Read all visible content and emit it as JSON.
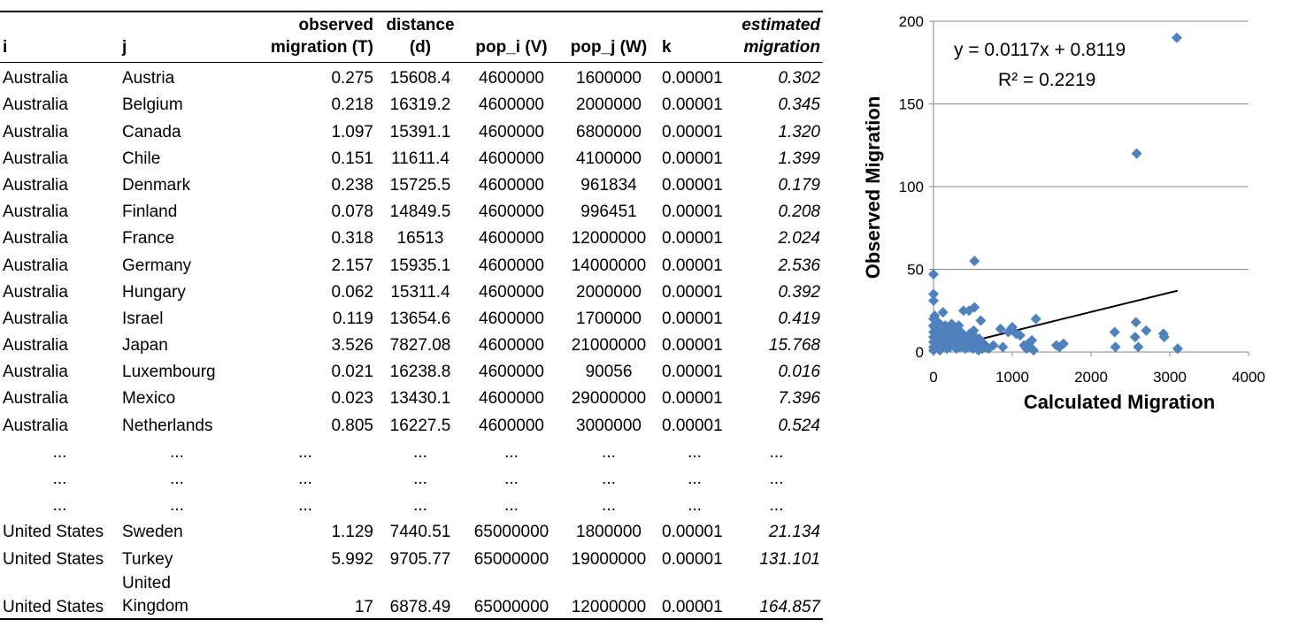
{
  "table": {
    "columns": [
      {
        "label": "i",
        "align": "left"
      },
      {
        "label": "j",
        "align": "left"
      },
      {
        "label": "observed migration (T)",
        "align": "right"
      },
      {
        "label": "distance (d)",
        "align": "center"
      },
      {
        "label": "pop_i (V)",
        "align": "center"
      },
      {
        "label": "pop_j (W)",
        "align": "center"
      },
      {
        "label": "k",
        "align": "left"
      },
      {
        "label": "estimated migration",
        "align": "right",
        "italic": true
      }
    ],
    "rows": [
      [
        "Australia",
        "Austria",
        "0.275",
        "15608.4",
        "4600000",
        "1600000",
        "0.00001",
        "0.302"
      ],
      [
        "Australia",
        "Belgium",
        "0.218",
        "16319.2",
        "4600000",
        "2000000",
        "0.00001",
        "0.345"
      ],
      [
        "Australia",
        "Canada",
        "1.097",
        "15391.1",
        "4600000",
        "6800000",
        "0.00001",
        "1.320"
      ],
      [
        "Australia",
        "Chile",
        "0.151",
        "11611.4",
        "4600000",
        "4100000",
        "0.00001",
        "1.399"
      ],
      [
        "Australia",
        "Denmark",
        "0.238",
        "15725.5",
        "4600000",
        "961834",
        "0.00001",
        "0.179"
      ],
      [
        "Australia",
        "Finland",
        "0.078",
        "14849.5",
        "4600000",
        "996451",
        "0.00001",
        "0.208"
      ],
      [
        "Australia",
        "France",
        "0.318",
        "16513",
        "4600000",
        "12000000",
        "0.00001",
        "2.024"
      ],
      [
        "Australia",
        "Germany",
        "2.157",
        "15935.1",
        "4600000",
        "14000000",
        "0.00001",
        "2.536"
      ],
      [
        "Australia",
        "Hungary",
        "0.062",
        "15311.4",
        "4600000",
        "2000000",
        "0.00001",
        "0.392"
      ],
      [
        "Australia",
        "Israel",
        "0.119",
        "13654.6",
        "4600000",
        "1700000",
        "0.00001",
        "0.419"
      ],
      [
        "Australia",
        "Japan",
        "3.526",
        "7827.08",
        "4600000",
        "21000000",
        "0.00001",
        "15.768"
      ],
      [
        "Australia",
        "Luxembourg",
        "0.021",
        "16238.8",
        "4600000",
        "90056",
        "0.00001",
        "0.016"
      ],
      [
        "Australia",
        "Mexico",
        "0.023",
        "13430.1",
        "4600000",
        "29000000",
        "0.00001",
        "7.396"
      ],
      [
        "Australia",
        "Netherlands",
        "0.805",
        "16227.5",
        "4600000",
        "3000000",
        "0.00001",
        "0.524"
      ],
      [
        "...",
        "...",
        "...",
        "...",
        "...",
        "...",
        "...",
        "..."
      ],
      [
        "...",
        "...",
        "...",
        "...",
        "...",
        "...",
        "...",
        "..."
      ],
      [
        "...",
        "...",
        "...",
        "...",
        "...",
        "...",
        "...",
        "..."
      ],
      [
        "United States",
        "Sweden",
        "1.129",
        "7440.51",
        "65000000",
        "1800000",
        "0.00001",
        "21.134"
      ],
      [
        "United States",
        "Turkey",
        "5.992",
        "9705.77",
        "65000000",
        "19000000",
        "0.00001",
        "131.101"
      ],
      [
        "United States",
        "United Kingdom",
        "17",
        "6878.49",
        "65000000",
        "12000000",
        "0.00001",
        "164.857"
      ]
    ]
  },
  "chart_data": {
    "type": "scatter",
    "title": "",
    "xlabel": "Calculated Migration",
    "ylabel": "Observed Migration",
    "xlim": [
      0,
      4000
    ],
    "ylim": [
      0,
      200
    ],
    "xticks": [
      0,
      1000,
      2000,
      3000,
      4000
    ],
    "yticks": [
      0,
      50,
      100,
      150,
      200
    ],
    "grid": "horizontal",
    "marker_color": "#4F81BD",
    "trendline_color": "#000000",
    "trendline": {
      "slope": 0.0117,
      "intercept": 0.8119,
      "x_range": [
        0,
        3100
      ]
    },
    "equation": "y = 0.0117x + 0.8119",
    "r_squared": "R² = 0.2219",
    "points": [
      [
        3090,
        190
      ],
      [
        2580,
        120
      ],
      [
        520,
        55
      ],
      [
        0,
        47
      ],
      [
        0,
        35
      ],
      [
        0,
        31
      ],
      [
        520,
        27
      ],
      [
        450,
        25
      ],
      [
        120,
        24
      ],
      [
        380,
        25
      ],
      [
        600,
        19
      ],
      [
        1300,
        20
      ],
      [
        60,
        18
      ],
      [
        150,
        16
      ],
      [
        230,
        17
      ],
      [
        250,
        15
      ],
      [
        300,
        14
      ],
      [
        320,
        16
      ],
      [
        10,
        15
      ],
      [
        20,
        12
      ],
      [
        30,
        10
      ],
      [
        40,
        8
      ],
      [
        50,
        6
      ],
      [
        60,
        4
      ],
      [
        70,
        2
      ],
      [
        80,
        1
      ],
      [
        0,
        20
      ],
      [
        0,
        16
      ],
      [
        0,
        12
      ],
      [
        0,
        9
      ],
      [
        0,
        6
      ],
      [
        0,
        3
      ],
      [
        0,
        1
      ],
      [
        15,
        22
      ],
      [
        25,
        5
      ],
      [
        35,
        3
      ],
      [
        45,
        11
      ],
      [
        55,
        14
      ],
      [
        65,
        9
      ],
      [
        75,
        7
      ],
      [
        85,
        5
      ],
      [
        100,
        3
      ],
      [
        110,
        12
      ],
      [
        130,
        6
      ],
      [
        140,
        9
      ],
      [
        160,
        4
      ],
      [
        170,
        2
      ],
      [
        180,
        11
      ],
      [
        190,
        7
      ],
      [
        200,
        5
      ],
      [
        210,
        3
      ],
      [
        220,
        13
      ],
      [
        240,
        8
      ],
      [
        260,
        6
      ],
      [
        270,
        4
      ],
      [
        280,
        10
      ],
      [
        290,
        2
      ],
      [
        310,
        7
      ],
      [
        330,
        5
      ],
      [
        340,
        3
      ],
      [
        350,
        12
      ],
      [
        360,
        8
      ],
      [
        370,
        6
      ],
      [
        390,
        4
      ],
      [
        400,
        2
      ],
      [
        410,
        9
      ],
      [
        420,
        7
      ],
      [
        430,
        5
      ],
      [
        440,
        3
      ],
      [
        460,
        11
      ],
      [
        470,
        8
      ],
      [
        480,
        6
      ],
      [
        490,
        4
      ],
      [
        500,
        2
      ],
      [
        510,
        13
      ],
      [
        530,
        9
      ],
      [
        540,
        7
      ],
      [
        550,
        5
      ],
      [
        560,
        3
      ],
      [
        570,
        1
      ],
      [
        580,
        8
      ],
      [
        590,
        6
      ],
      [
        610,
        4
      ],
      [
        620,
        2
      ],
      [
        640,
        5
      ],
      [
        660,
        3
      ],
      [
        700,
        2
      ],
      [
        760,
        4
      ],
      [
        850,
        14
      ],
      [
        880,
        3
      ],
      [
        950,
        12
      ],
      [
        1000,
        15
      ],
      [
        1050,
        11
      ],
      [
        1100,
        10
      ],
      [
        1150,
        4
      ],
      [
        1180,
        2
      ],
      [
        1200,
        5
      ],
      [
        1230,
        3
      ],
      [
        1250,
        7
      ],
      [
        1270,
        1
      ],
      [
        1560,
        4
      ],
      [
        1600,
        3
      ],
      [
        1650,
        5
      ],
      [
        2300,
        12
      ],
      [
        2310,
        3
      ],
      [
        2560,
        9
      ],
      [
        2570,
        18
      ],
      [
        2600,
        3
      ],
      [
        2700,
        13
      ],
      [
        2920,
        11
      ],
      [
        2930,
        9
      ],
      [
        3100,
        2
      ]
    ]
  }
}
